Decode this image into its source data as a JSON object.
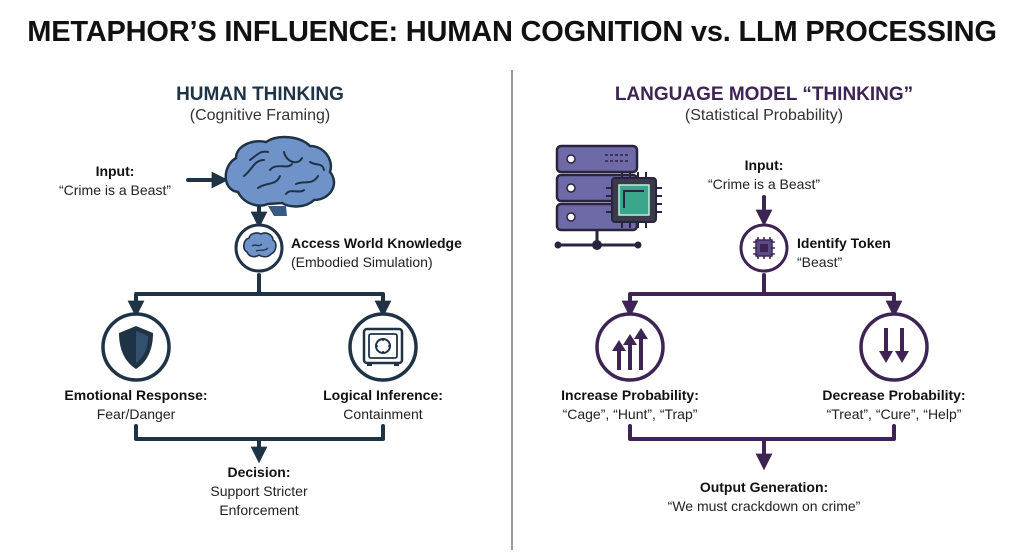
{
  "title": "METAPHOR’S INFLUENCE: HUMAN COGNITION vs. LLM PROCESSING",
  "colors": {
    "human_dark": "#1f3346",
    "llm_purple": "#3d2455",
    "brain_blue": "#6f93c9",
    "server_purple": "#6e6aa8",
    "chip_green": "#3aa58a"
  },
  "human": {
    "heading": "HUMAN THINKING",
    "subheading": "(Cognitive Framing)",
    "input_label": "Input:",
    "input_text": "“Crime is a Beast”",
    "step1_title": "Access World Knowledge",
    "step1_sub": "(Embodied Simulation)",
    "left_title": "Emotional Response:",
    "left_text": "Fear/Danger",
    "right_title": "Logical Inference:",
    "right_text": "Containment",
    "out_title": "Decision:",
    "out_line1": "Support Stricter",
    "out_line2": "Enforcement",
    "icons": [
      "brain-icon",
      "brain-circle-icon",
      "shield-icon",
      "safe-icon"
    ]
  },
  "llm": {
    "heading": "LANGUAGE MODEL “THINKING”",
    "subheading": "(Statistical Probability)",
    "input_label": "Input:",
    "input_text": "“Crime is a Beast”",
    "step1_title": "Identify Token",
    "step1_sub": "“Beast”",
    "left_title": "Increase Probability:",
    "left_text": "“Cage”, “Hunt”, “Trap”",
    "right_title": "Decrease Probability:",
    "right_text": "“Treat”, “Cure”, “Help”",
    "out_title": "Output Generation:",
    "out_text": "“We must crackdown on crime”",
    "icons": [
      "server-icon",
      "chip-icon",
      "arrows-up-icon",
      "arrows-down-icon"
    ]
  }
}
